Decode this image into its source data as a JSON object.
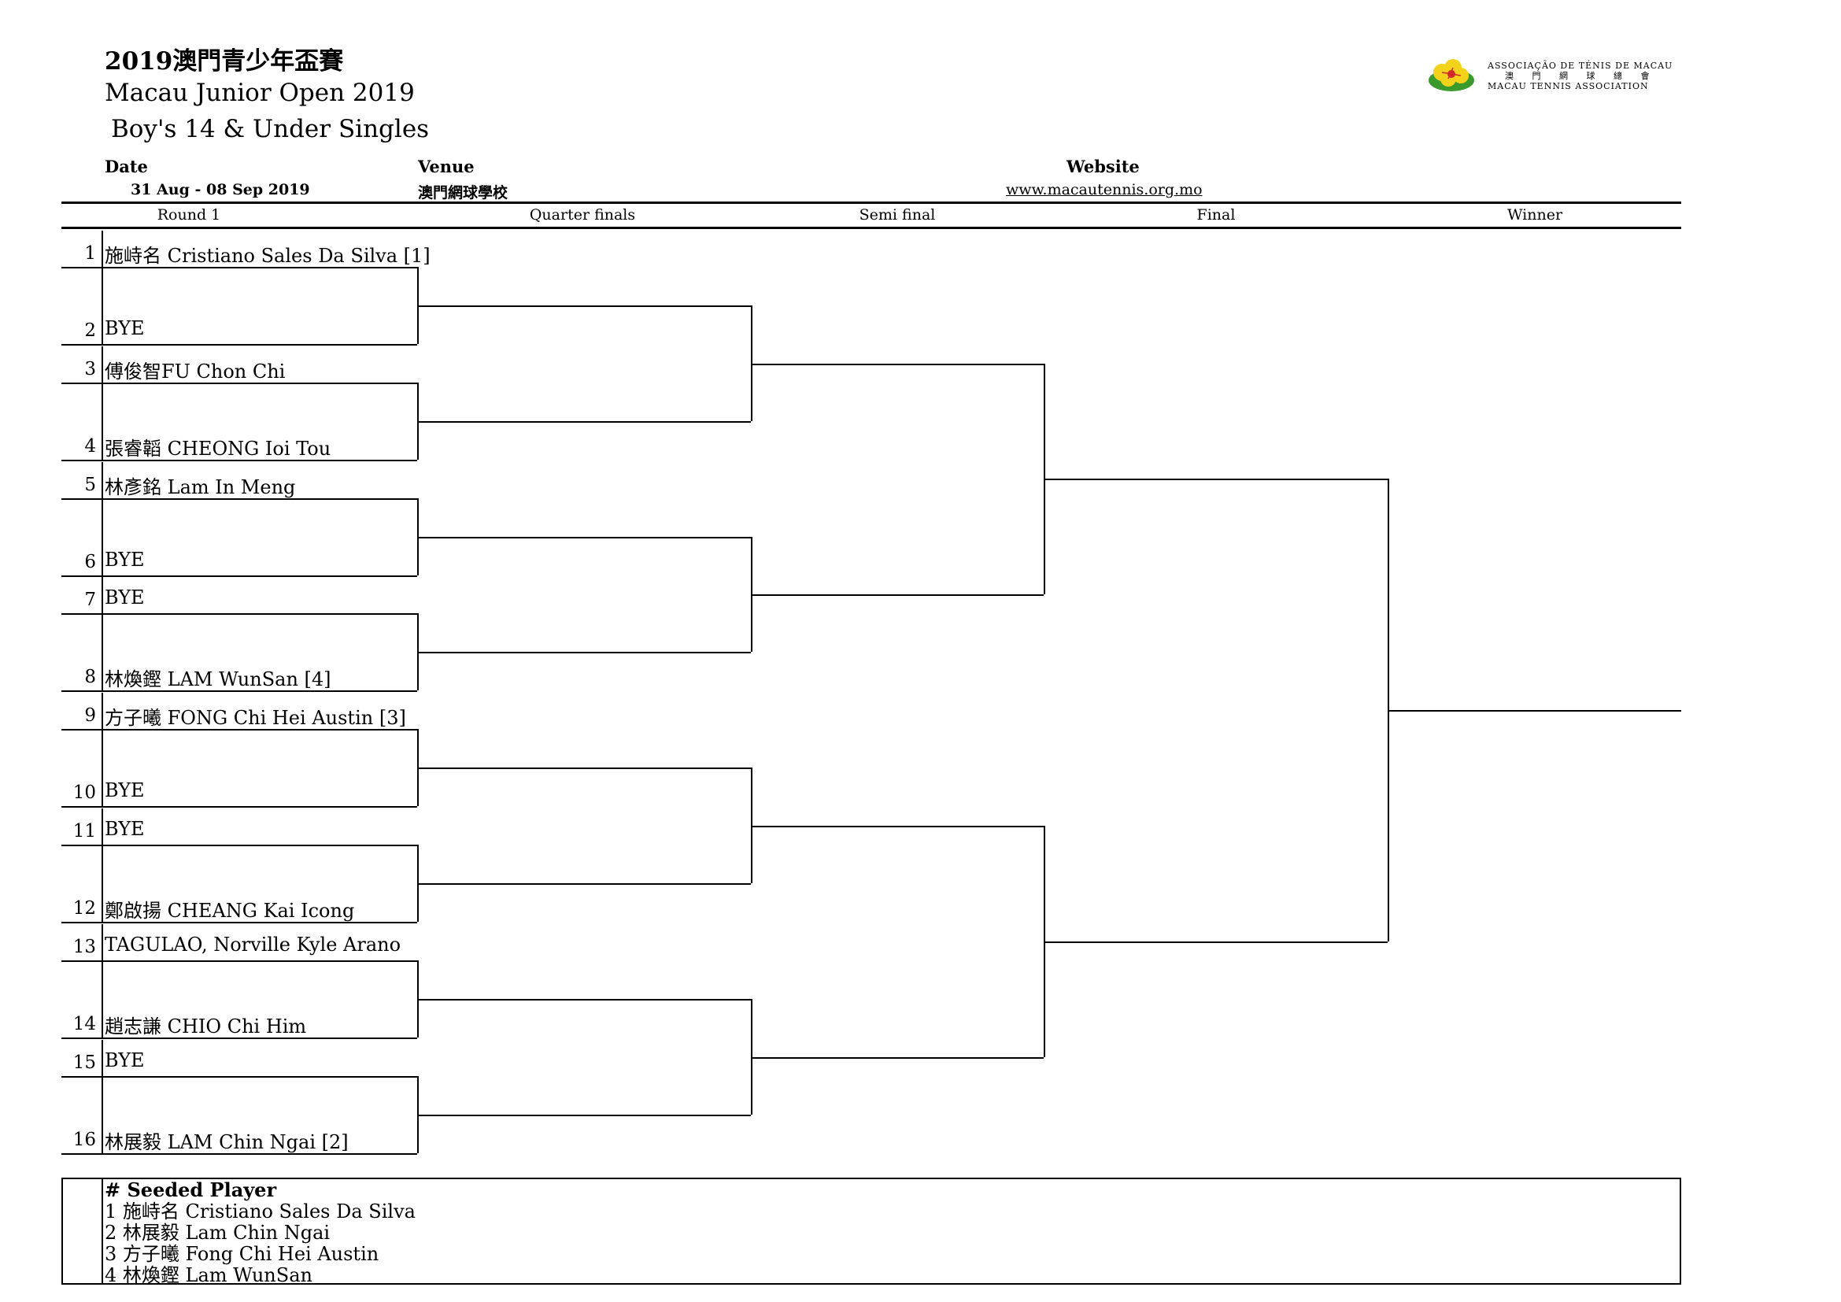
{
  "header": {
    "title_zh": "2019澳門青少年盃賽",
    "title_en": "Macau Junior Open 2019",
    "event": "Boy's 14 & Under Singles",
    "date_label": "Date",
    "date_value": "31 Aug - 08 Sep 2019",
    "venue_label": "Venue",
    "venue_value": "澳門網球學校",
    "website_label": "Website",
    "website_value": "www.macautennis.org.mo"
  },
  "logo": {
    "line1": "ASSOCIAÇÃO DE TÉNIS DE MACAU",
    "line2": "澳 門 網 球 總 會",
    "line3": "MACAU TENNIS ASSOCIATION",
    "colors": {
      "yellow": "#f2d21b",
      "green": "#3a9a2c",
      "red": "#d22a2a"
    }
  },
  "rounds": [
    "Round 1",
    "Quarter finals",
    "Semi final",
    "Final",
    "Winner"
  ],
  "players": [
    {
      "num": "1",
      "name": "施峙名 Cristiano Sales Da Silva [1]"
    },
    {
      "num": "2",
      "name": "BYE"
    },
    {
      "num": "3",
      "name": "傅俊智FU Chon Chi"
    },
    {
      "num": "4",
      "name": "張睿韜 CHEONG Ioi Tou"
    },
    {
      "num": "5",
      "name": "林彥銘 Lam In Meng"
    },
    {
      "num": "6",
      "name": "BYE"
    },
    {
      "num": "7",
      "name": "BYE"
    },
    {
      "num": "8",
      "name": "林煥鏗 LAM WunSan [4]"
    },
    {
      "num": "9",
      "name": "方子曦 FONG Chi Hei Austin [3]"
    },
    {
      "num": "10",
      "name": "BYE"
    },
    {
      "num": "11",
      "name": "BYE"
    },
    {
      "num": "12",
      "name": "鄭啟揚 CHEANG Kai Icong"
    },
    {
      "num": "13",
      "name": "TAGULAO, Norville Kyle Arano"
    },
    {
      "num": "14",
      "name": "趙志謙 CHIO Chi Him"
    },
    {
      "num": "15",
      "name": "BYE"
    },
    {
      "num": "16",
      "name": "林展毅 LAM Chin Ngai [2]"
    }
  ],
  "seeds": {
    "title": "# Seeded Player",
    "items": [
      "1 施峙名 Cristiano Sales Da Silva",
      "2 林展毅 Lam Chin Ngai",
      "3 方子曦 Fong Chi Hei Austin",
      "4 林煥鏗 Lam WunSan"
    ]
  }
}
